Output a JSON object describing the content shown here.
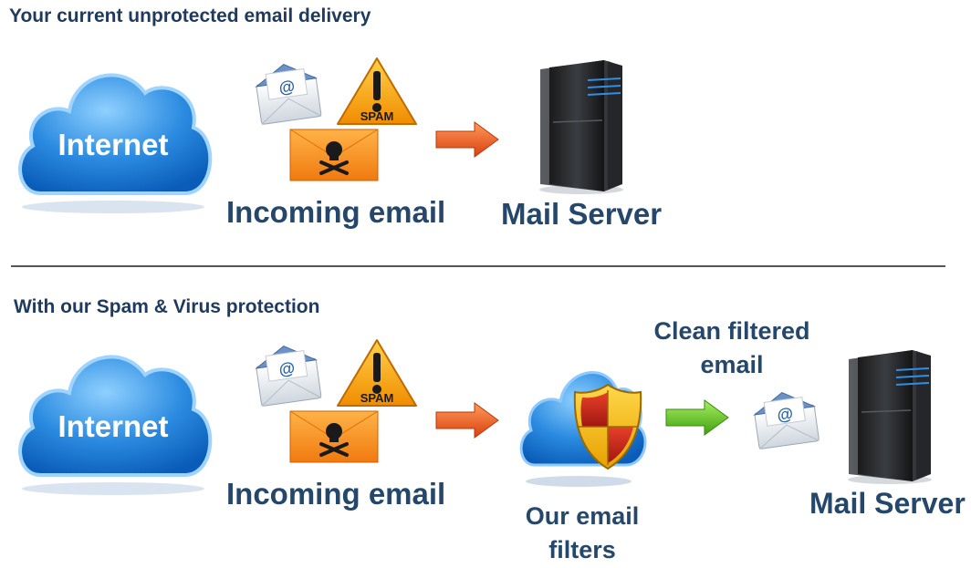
{
  "top": {
    "heading": "Your current unprotected email delivery",
    "cloud_label": "Internet",
    "spam_label": "SPAM",
    "incoming_label": "Incoming email",
    "server_label": "Mail Server"
  },
  "bottom": {
    "heading": "With our Spam & Virus protection",
    "cloud_label": "Internet",
    "spam_label": "SPAM",
    "incoming_label": "Incoming email",
    "filters_label_line1": "Our email",
    "filters_label_line2": "filters",
    "clean_label_line1": "Clean filtered",
    "clean_label_line2": "email",
    "server_label": "Mail Server"
  },
  "icons": {
    "cloud": "cloud-icon",
    "envelope": "email-envelope-icon",
    "warning": "spam-warning-icon",
    "danger_envelope": "virus-skull-envelope-icon",
    "arrow_unfiltered": "orange-arrow-icon",
    "arrow_clean": "green-arrow-icon",
    "server": "server-tower-icon",
    "shield_cloud": "security-shield-cloud-icon"
  },
  "colors": {
    "heading": "#1f3a5f",
    "label": "#24476b",
    "cloud": "#2f8ee0",
    "arrow_unfiltered": "#e85a1c",
    "arrow_clean": "#5cc020",
    "warning": "#f5a300",
    "divider": "#555555"
  }
}
